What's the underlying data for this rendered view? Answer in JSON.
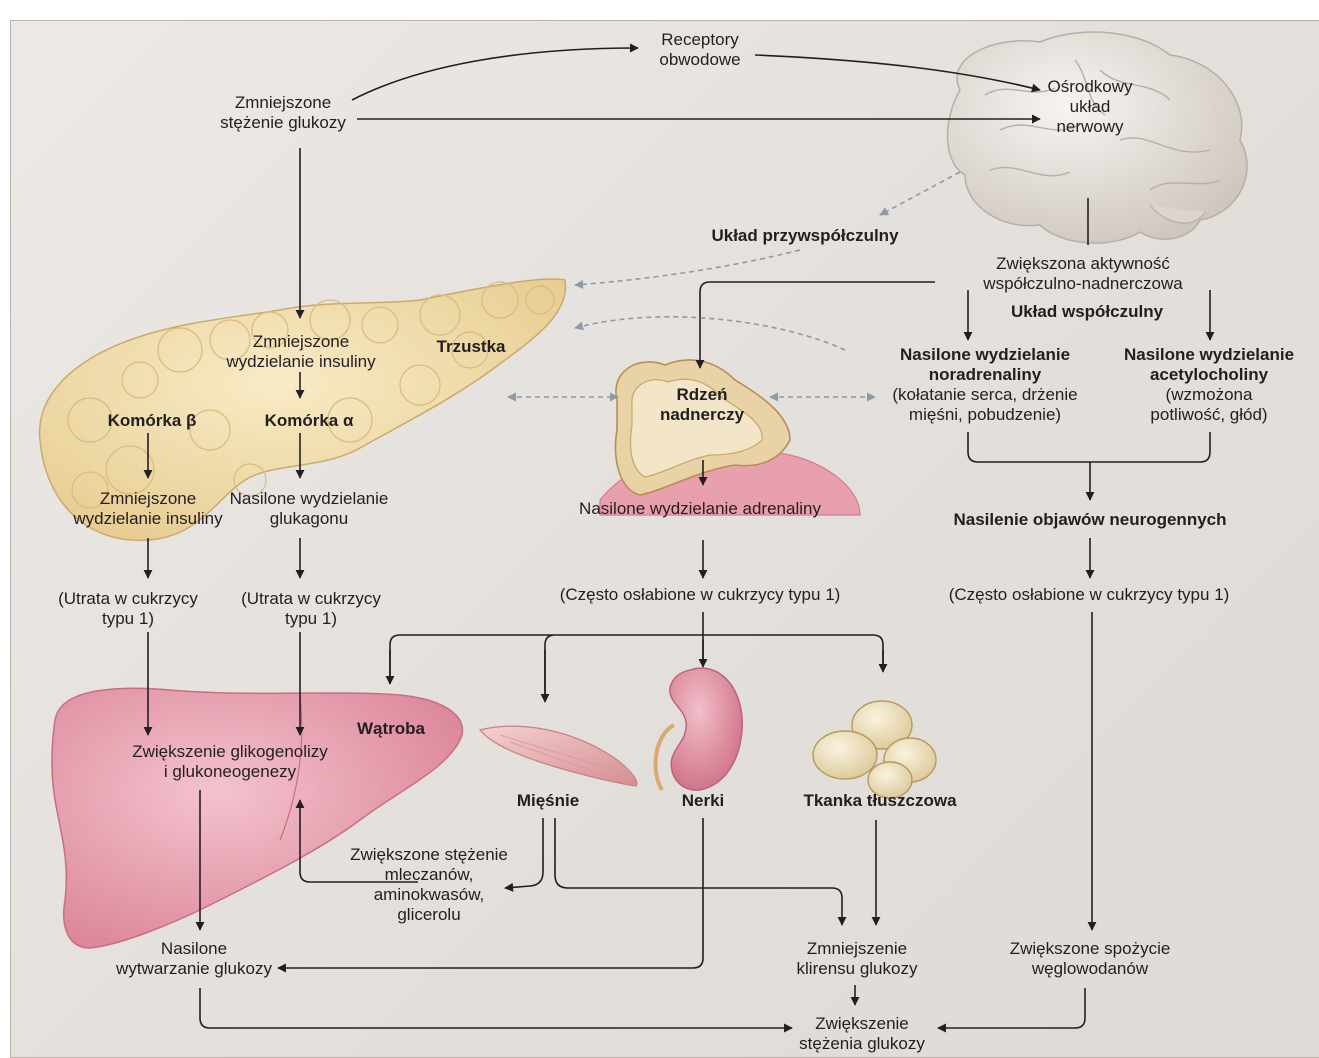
{
  "nodes": {
    "receptors": [
      "Receptory",
      "obwodowe"
    ],
    "low_glucose": [
      "Zmniejszone",
      "stężenie glukozy"
    ],
    "cns": [
      "Ośrodkowy",
      "układ",
      "nerwowy"
    ],
    "parasympathetic": "Układ przywspółczulny",
    "sympathoadrenal": [
      "Zwiększona aktywność",
      "współczulno-nadnerczowa"
    ],
    "sympathetic": "Układ współczulny",
    "pancreas_insulin": [
      "Zmniejszone",
      "wydzielanie insuliny"
    ],
    "pancreas": "Trzustka",
    "beta_cell": "Komórka β",
    "alpha_cell": "Komórka α",
    "beta_insulin": [
      "Zmniejszone",
      "wydzielanie insuliny"
    ],
    "alpha_glucagon": [
      "Nasilone wydzielanie",
      "glukagonu"
    ],
    "beta_loss": [
      "(Utrata w cukrzycy",
      "typu 1)"
    ],
    "alpha_loss": [
      "(Utrata w cukrzycy",
      "typu 1)"
    ],
    "adrenal_medulla": [
      "Rdzeń",
      "nadnerczy"
    ],
    "adrenaline": "Nasilone wydzielanie adrenaliny",
    "adrenaline_attenuated": "(Często osłabione w cukrzycy typu 1)",
    "noradrenaline_title": [
      "Nasilone wydzielanie",
      "noradrenaliny"
    ],
    "noradrenaline_effects": [
      "(kołatanie serca, drżenie",
      "mięśni, pobudzenie)"
    ],
    "acetylcholine_title": [
      "Nasilone wydzielanie",
      "acetylocholiny"
    ],
    "acetylcholine_effects": [
      "(wzmożona",
      "potliwość, głód)"
    ],
    "neurogenic": "Nasilenie objawów neurogennych",
    "neurogenic_attenuated": "(Często osłabione w cukrzycy typu 1)",
    "liver": "Wątroba",
    "glycogenolysis": [
      "Zwiększenie glikogenolizy",
      "i glukoneogenezy"
    ],
    "muscles": "Mięśnie",
    "kidneys": "Nerki",
    "adipose": "Tkanka tłuszczowa",
    "substrates": [
      "Zwiększone stężenie",
      "mleczanów,",
      "aminokwasów,",
      "glicerolu"
    ],
    "glucose_production": [
      "Nasilone",
      "wytwarzanie glukozy"
    ],
    "reduced_clearance": [
      "Zmniejszenie",
      "klirensu glukozy"
    ],
    "carb_intake": [
      "Zwiększone spożycie",
      "węglowodanów"
    ],
    "glucose_rise": [
      "Zwiększenie",
      "stężenia glukozy"
    ]
  },
  "colors": {
    "arrow": "#231f20",
    "dashed_arrow": "#8f9aa4",
    "pancreas": "#f3e0b0",
    "liver": "#e9a7b5",
    "kidney": "#e7a0ae",
    "brain": "#ece7e2",
    "adipose": "#efe4c4",
    "muscle": "#e8b4b4"
  }
}
